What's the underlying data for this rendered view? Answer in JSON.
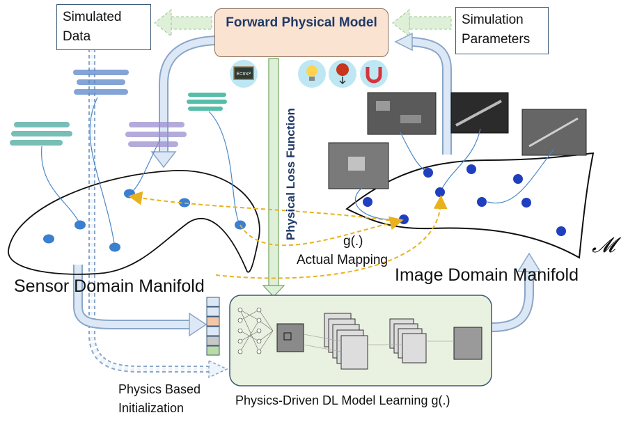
{
  "boxes": {
    "forward_model": "Forward Physical Model",
    "simulated_data": "Simulated Data",
    "simulation_parameters": "Simulation Parameters"
  },
  "labels": {
    "physical_loss": "Physical Loss Function",
    "sensor_manifold": "Sensor Domain Manifold",
    "image_manifold": "Image Domain  Manifold",
    "mapping_fn": "g(.)",
    "actual_mapping": "Actual Mapping",
    "manifold_symbol": "𝓜",
    "physics_init_1": "Physics Based",
    "physics_init_2": "Initialization",
    "dl_model": "Physics-Driven DL Model Learning g(.)"
  },
  "icons": [
    "formula-board-icon",
    "lightbulb-icon",
    "apple-gravity-icon",
    "magnet-icon"
  ],
  "colors": {
    "arrow_fill": "#dce8f5",
    "arrow_stroke": "#8aa6c8",
    "green_arrow": "#dff0d8",
    "points": "#1f4fbf",
    "dashed": "#e8b21e",
    "model_box": "#e9f1e0",
    "forward_box": "#fbe3d2"
  }
}
